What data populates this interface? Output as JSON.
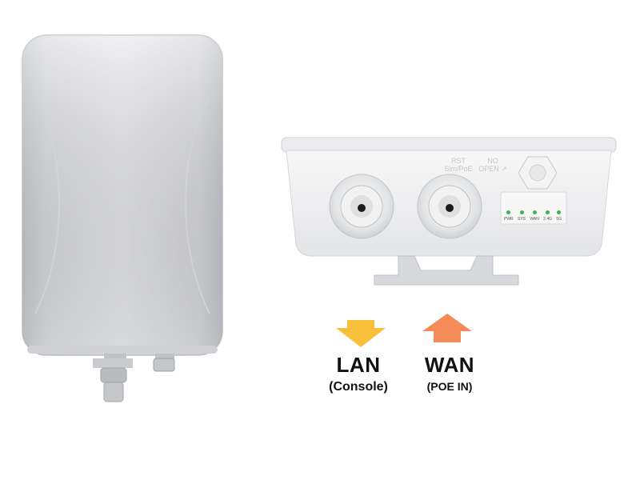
{
  "labels": {
    "lan": {
      "title": "LAN",
      "subtitle": "(Console)",
      "arrow_color": "#f7bf3a",
      "arrow_direction": "down"
    },
    "wan": {
      "title": "WAN",
      "subtitle": "(POE IN)",
      "arrow_color": "#f48b58",
      "arrow_direction": "up"
    }
  },
  "device": {
    "body_color": "#e6e7e9",
    "port_labels": {
      "rst": "RST",
      "simpoe": "Sim/PoE",
      "no": "NO",
      "open": "OPEN",
      "open_arrow": "↗"
    },
    "leds": [
      {
        "label": "PWR",
        "color": "#39b54a"
      },
      {
        "label": "SYS",
        "color": "#39b54a"
      },
      {
        "label": "WAN",
        "color": "#39b54a"
      },
      {
        "label": "2.4G",
        "color": "#39b54a"
      },
      {
        "label": "5G",
        "color": "#39b54a"
      }
    ]
  }
}
